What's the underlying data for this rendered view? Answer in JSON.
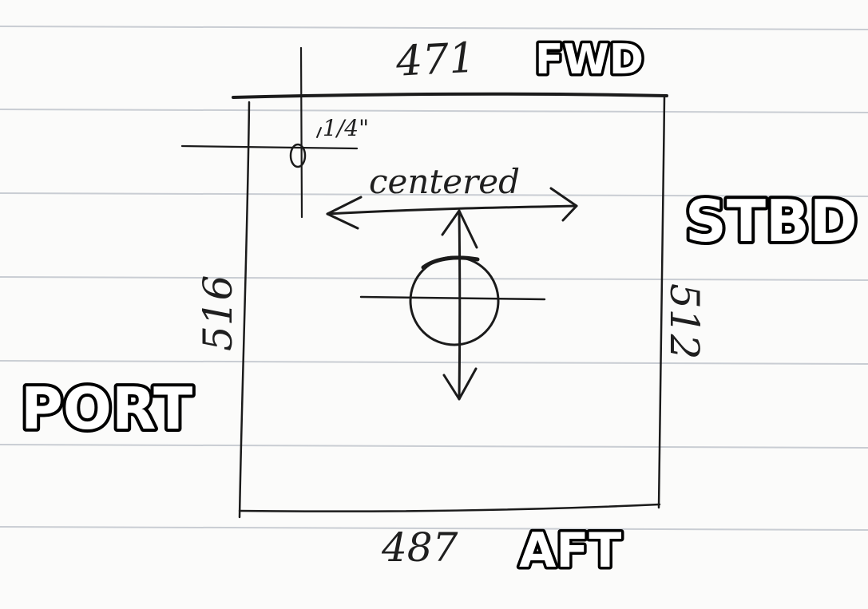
{
  "directions": {
    "forward": "FWD",
    "starboard": "STBD",
    "port": "PORT",
    "aft": "AFT"
  },
  "dimensions": {
    "top": "471",
    "bottom": "487",
    "left": "516",
    "right": "512"
  },
  "annotations": {
    "hole_size": "1/4\"",
    "centered": "centered"
  },
  "colors": {
    "ink": "#1b1b1b",
    "paper": "#fbfbfa",
    "ruled_line": "#c9cdd3"
  }
}
